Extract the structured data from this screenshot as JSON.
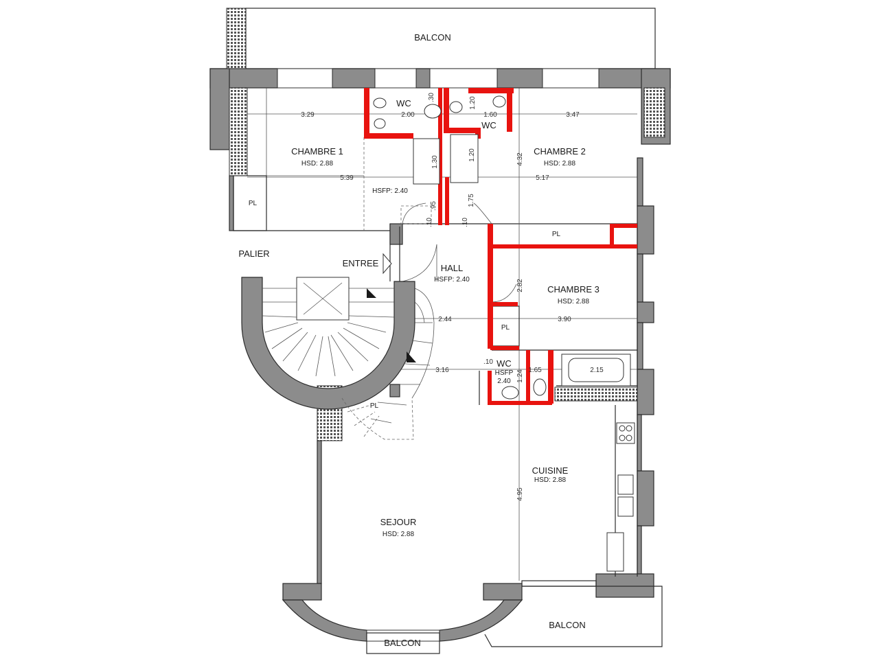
{
  "rooms": {
    "chambre1": {
      "name": "CHAMBRE 1",
      "height": "HSD: 2.88"
    },
    "chambre2": {
      "name": "CHAMBRE 2",
      "height": "HSD: 2.88"
    },
    "chambre3": {
      "name": "CHAMBRE 3",
      "height": "HSD: 2.88"
    },
    "hall": {
      "name": "HALL",
      "height": "HSFP: 2.40"
    },
    "sejour": {
      "name": "SEJOUR",
      "height": "HSD: 2.88"
    },
    "cuisine": {
      "name": "CUISINE",
      "height": "HSD: 2.88"
    },
    "wc1": {
      "name": "WC"
    },
    "wc2": {
      "name": "WC"
    },
    "wc3": {
      "name": "WC",
      "height_label": "HSFP",
      "height_value": "2.40"
    },
    "corridor": {
      "height": "HSFP: 2.40"
    }
  },
  "labels": {
    "balcon_top": "BALCON",
    "balcon_bottom_left": "BALCON",
    "balcon_bottom_right": "BALCON",
    "palier": "PALIER",
    "entree": "ENTREE",
    "pl": [
      "PL",
      "PL",
      "PL",
      "PL"
    ]
  },
  "dimensions": {
    "d1": "3.29",
    "d2": "2.00",
    "d3": "1.60",
    "d4": "3.47",
    "d5": "5.39",
    "d6": "5.17",
    "d7": "4.32",
    "d8": "1.20",
    "d9": "1.30",
    "d10": "1.20",
    "d11": "1.75",
    "d12": ".95",
    "d13": ".10",
    "d14": ".10",
    "d15": "2.82",
    "d16": "2.44",
    "d17": "3.90",
    "d18": "3.16",
    "d19": "1.65",
    "d20": "2.15",
    "d21": "1.24",
    "d22": ".10",
    "d23": "4.95",
    "d24": ".30"
  }
}
